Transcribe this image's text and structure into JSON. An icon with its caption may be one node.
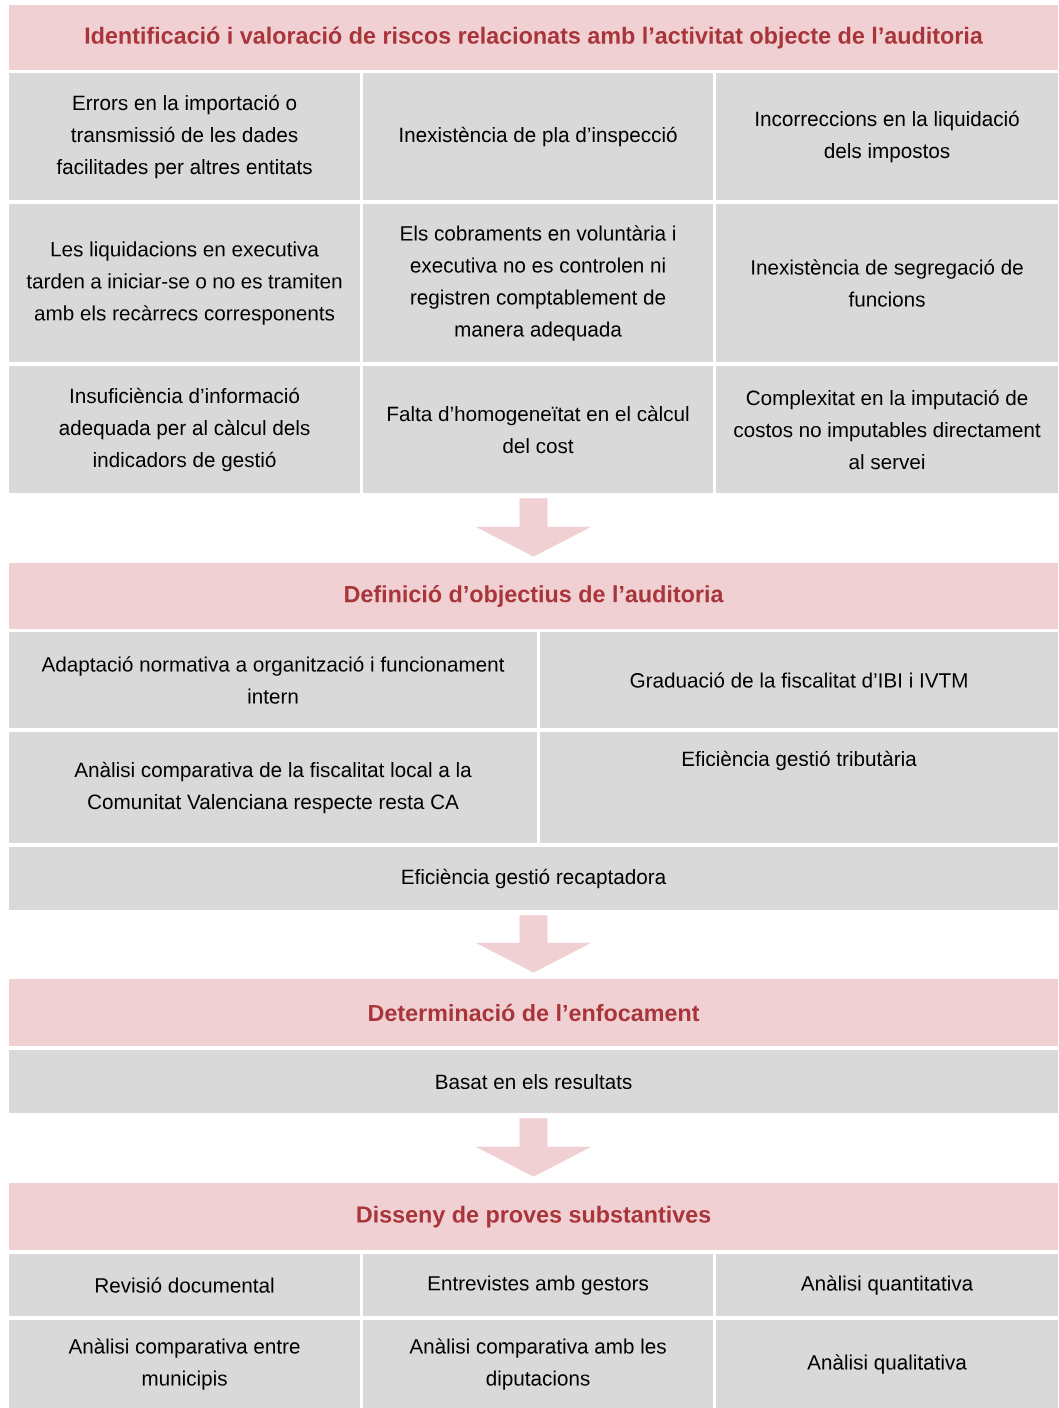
{
  "diagram": {
    "nodes": [
      {
        "text": [
          "Identificació i valoració de riscos relacionats amb l’activitat objecte de l’auditoria"
        ]
      },
      {
        "text": [
          "Errors en la importació o transmissió de les dades facilitades per altres entitats"
        ]
      },
      {
        "text": [
          "Inexistència de pla d’inspecció"
        ]
      },
      {
        "text": [
          "Incorreccions en la liquidació dels impostos"
        ]
      },
      {
        "text": [
          "Les liquidacions en executiva tarden a iniciar-se o no es tramiten amb els recàrrecs corresponents"
        ]
      },
      {
        "text": [
          "Els cobraments en voluntària i executiva no es controlen ni registren comptablement de manera adequada"
        ]
      },
      {
        "text": [
          "Inexistència de segregació de funcions"
        ]
      },
      {
        "text": [
          "Insuficiència d’informació adequada per al càlcul dels indicadors de gestió"
        ]
      },
      {
        "text": [
          "Falta d’homogeneïtat en el càlcul del cost"
        ]
      },
      {
        "text": [
          "Complexitat en la imputació de costos no imputables directament al servei"
        ]
      },
      {
        "text": [
          "Definició d’objectius de l’auditoria"
        ]
      },
      {
        "text": [
          "Adaptació normativa a organització i funcionament intern"
        ]
      },
      {
        "text": [
          "Graduació de la fiscalitat d’IBI i IVTM"
        ]
      },
      {
        "text": [
          "Anàlisi comparativa de la fiscalitat local a la Comunitat Valenciana respecte resta CA"
        ]
      },
      {
        "text": [
          "Eficiència gestió tributària"
        ]
      },
      {
        "text": [
          "Eficiència gestió recaptadora"
        ]
      },
      {
        "text": [
          "Determinació de l’enfocament"
        ]
      },
      {
        "text": [
          "Basat en els resultats"
        ]
      },
      {
        "text": [
          "Disseny de proves substantives"
        ]
      },
      {
        "text": [
          "Revisió documental"
        ]
      },
      {
        "text": [
          "Entrevistes amb gestors"
        ]
      },
      {
        "text": [
          "Anàlisi quantitativa"
        ]
      },
      {
        "text": [
          "Anàlisi comparativa entre municipis"
        ]
      },
      {
        "text": [
          "Anàlisi comparativa amb les diputacions"
        ]
      },
      {
        "text": [
          "Anàlisi qualitativa"
        ]
      }
    ],
    "edges": [
      {
        "from": 8,
        "to": 10,
        "arrow": "to"
      },
      {
        "from": 15,
        "to": 16,
        "arrow": "to"
      },
      {
        "from": 17,
        "to": 18,
        "arrow": "to"
      }
    ]
  }
}
